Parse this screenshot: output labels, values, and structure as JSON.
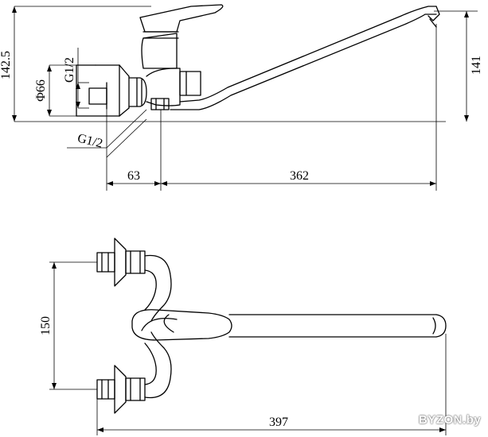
{
  "side_view": {
    "dims": {
      "total_height": "142.5",
      "spout_height": "141",
      "flange_diameter": "Φ66",
      "inlet_thread_top": "G1/2",
      "inlet_thread_bottom": "G1/2",
      "offset": "63",
      "spout_reach": "362"
    }
  },
  "top_view": {
    "dims": {
      "inlet_spacing": "150",
      "total_length": "397"
    }
  },
  "watermark": "BYZON.by"
}
